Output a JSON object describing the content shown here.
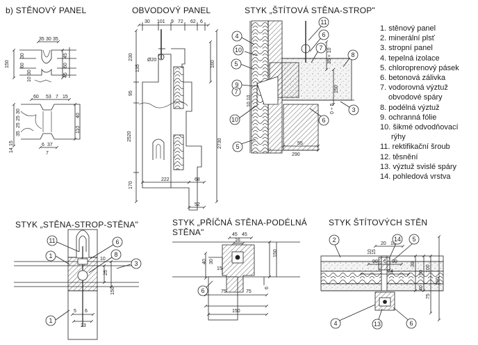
{
  "headings": {
    "stenovy_panel": "b) STĚNOVÝ PANEL",
    "obvodovy_panel": "OBVODOVÝ PANEL",
    "styk_stitova": "STYK „ŠTÍTOVÁ STĚNA-STROP\"",
    "styk_sss": "STYK „STĚNA-STROP-STĚNA\"",
    "styk_pricna_1": "STYK „PŘÍČNÁ STĚNA-PODÉLNÁ",
    "styk_pricna_2": "STĚNA\"",
    "styk_stitovych": "STYK ŠTÍTOVÝCH STĚN"
  },
  "legend": [
    "1. stěnový panel",
    "2. minerální plsť",
    "3. stropní panel",
    "4. tepelná izolace",
    "5. chloroprenový pásek",
    "6. betonová zálivka",
    "7. vodorovná výztuž",
    "obvodové spáry",
    "8. podélná výztuž",
    "9. ochranná fólie",
    "10. šikmé odvodňovací",
    "rýhy",
    "11. rektifikační šroub",
    "12. těsnění",
    "13. výztuž svislé spáry",
    "14. pohledová vrstva"
  ],
  "dims": {
    "sp_top": [
      "35",
      "30",
      "35"
    ],
    "sp_left": [
      "150",
      "30",
      "60",
      "30",
      "10"
    ],
    "sp_right": [
      "45",
      "60",
      "45"
    ],
    "sp2_top": [
      "60",
      "53",
      "7",
      "15"
    ],
    "sp2_left": [
      "30",
      "25",
      "25",
      "35",
      "15",
      "14"
    ],
    "sp2_right": [
      "40",
      "110"
    ],
    "sp2_bottom": [
      "6",
      "37",
      "7"
    ],
    "op_top": [
      "30",
      "101",
      "9",
      "72",
      "62",
      "6"
    ],
    "op_left": [
      "230",
      "135",
      "95",
      "2520",
      "170"
    ],
    "op_ring": "Ø20",
    "op_right": [
      "160",
      "2730"
    ],
    "op_bottom": [
      "222",
      "68",
      "52"
    ],
    "stit": [
      "35 + 10",
      "150",
      "10 10",
      "0 ÷ 5",
      "55",
      "290"
    ],
    "sss": [
      "10",
      "25",
      "150",
      "5",
      "6",
      "23"
    ],
    "pricna": [
      "45",
      "45",
      "16",
      "40",
      "30",
      "15",
      "150",
      "6",
      "75",
      "75",
      "150"
    ],
    "stitovych": [
      "10",
      "15",
      "20",
      "16",
      "90",
      "6",
      "90",
      "24",
      "30",
      "50",
      "100",
      "75",
      "40",
      "290"
    ]
  },
  "callouts": {
    "stit": [
      "4",
      "10",
      "5",
      "9",
      "7",
      "10",
      "5",
      "11",
      "6",
      "7",
      "8",
      "3",
      "6"
    ],
    "sss": [
      "11",
      "6",
      "8",
      "1",
      "3",
      "1"
    ],
    "pricna": [
      "6"
    ],
    "stitovych": [
      "2",
      "14",
      "5",
      "4",
      "13",
      "6"
    ]
  }
}
